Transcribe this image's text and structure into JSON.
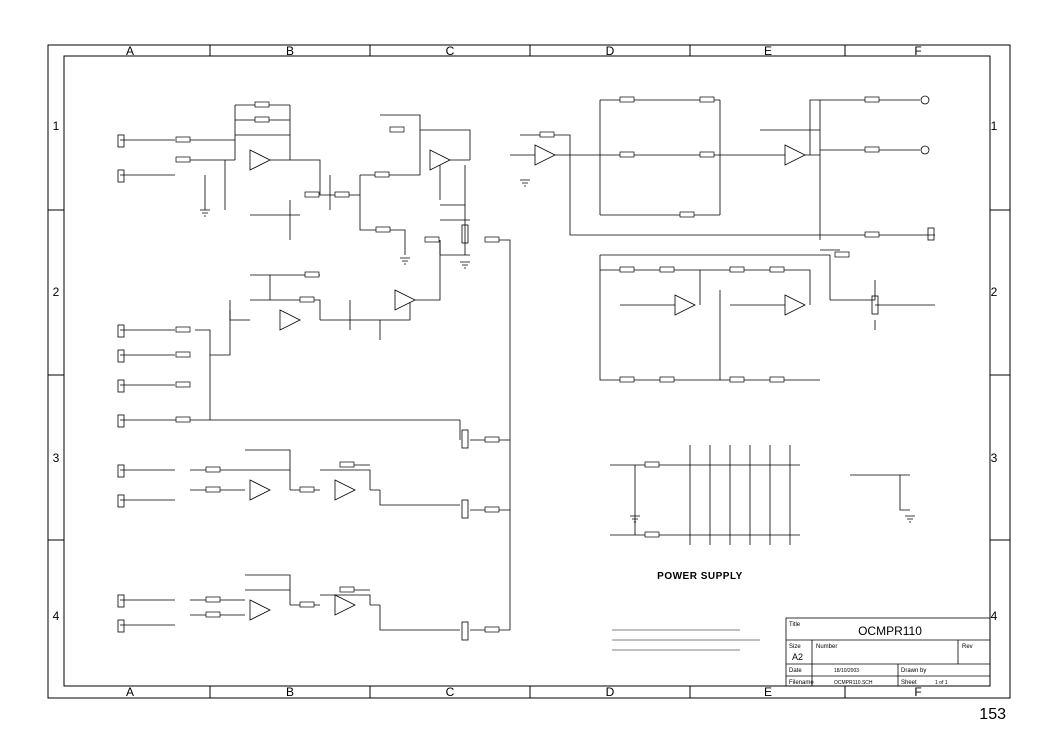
{
  "sheet": {
    "zone_columns": [
      "A",
      "B",
      "C",
      "D",
      "E",
      "F"
    ],
    "zone_rows": [
      "1",
      "2",
      "3",
      "4"
    ],
    "page_number": "153"
  },
  "section_labels": {
    "power_supply": "POWER SUPPLY"
  },
  "title_block": {
    "title_label": "Title",
    "title": "OCMPR110",
    "size_label": "Size",
    "size": "A2",
    "number_label": "Number",
    "rev_label": "Rev",
    "date_label": "Date",
    "date": "18/10/2003",
    "drawn_by_label": "Drawn by",
    "filename_label": "Filename",
    "filename": "OCMPR110.SCH",
    "sheet_label": "Sheet",
    "sheet_of": "1 of 1"
  }
}
